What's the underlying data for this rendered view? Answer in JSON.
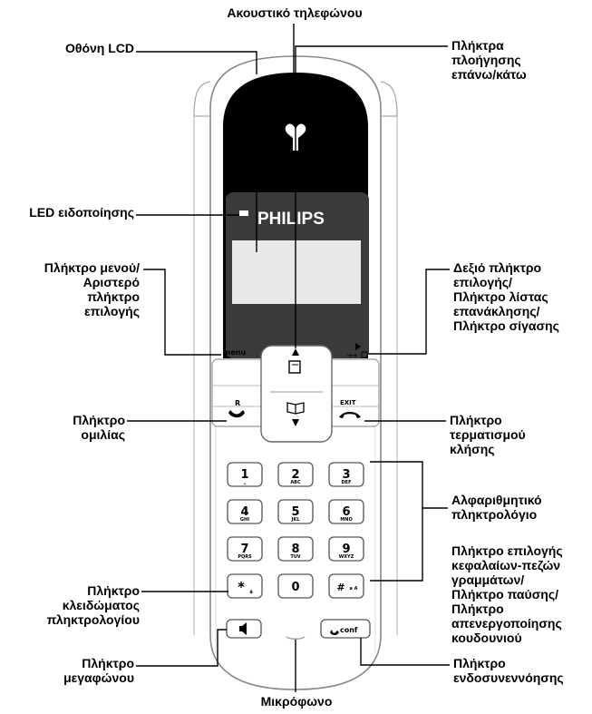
{
  "screen_brand": "PHILIPS",
  "labels": {
    "earpiece": "Ακουστικό τηλεφώνου",
    "lcd": "Οθόνη LCD",
    "nav_keys": "Πλήκτρα\nπλοήγησης\nεπάνω/κάτω",
    "led": "LED ειδοποίησης",
    "menu_key": "Πλήκτρο μενού/\nΑριστερό\nπλήκτρο\nεπιλογής",
    "right_key": "Δεξιό πλήκτρο\nεπιλογής/\nΠλήκτρο λίστας\nεπανάκλησης/\nΠλήκτρο σίγασης",
    "talk_key": "Πλήκτρο\nομιλίας",
    "end_key": "Πλήκτρο\nτερματισμού\nκλήσης",
    "keypad": "Αλφαριθμητικό\nπληκτρολόγιο",
    "hash_key": "Πλήκτρο επιλογής\nκεφαλαίων-πεζών\nγραμμάτων/\nΠλήκτρο παύσης/\nΠλήκτρο\nαπενεργοποίησης\nκουδουνιού",
    "lock_key": "Πλήκτρο\nκλειδώματος\nπληκτρολογίου",
    "speaker_key": "Πλήκτρο\nμεγαφώνου",
    "mic": "Μικρόφωνο",
    "conf_key": "Πλήκτρο\nενδοσυνεννόησης"
  },
  "keys": {
    "menu": "menu",
    "exit": "EXIT",
    "talk": "R",
    "conf": "conf",
    "k1": {
      "main": "1",
      "sub": "⎵"
    },
    "k2": {
      "main": "2",
      "sub": "ABC"
    },
    "k3": {
      "main": "3",
      "sub": "DEF"
    },
    "k4": {
      "main": "4",
      "sub": "GHI"
    },
    "k5": {
      "main": "5",
      "sub": "JKL"
    },
    "k6": {
      "main": "6",
      "sub": "MNO"
    },
    "k7": {
      "main": "7",
      "sub": "PQRS"
    },
    "k8": {
      "main": "8",
      "sub": "TUV"
    },
    "k9": {
      "main": "9",
      "sub": "WXYZ"
    },
    "k0": {
      "main": "0"
    },
    "star": {
      "main": "*",
      "sub": "â"
    },
    "hash": {
      "main": "#",
      "sub": "a A"
    }
  }
}
